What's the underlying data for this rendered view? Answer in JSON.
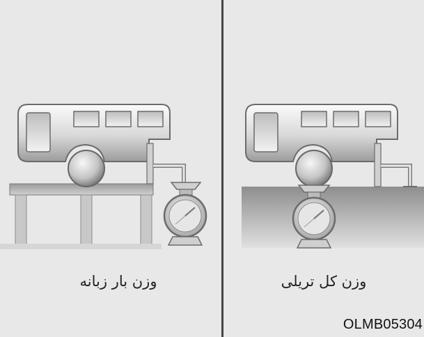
{
  "panels": {
    "left": {
      "caption": "وزن بار زبانه"
    },
    "right": {
      "caption": "وزن کل تریلی"
    }
  },
  "figure_code": "OLMB05304",
  "icons": [
    "trailer-icon",
    "scale-gauge-icon",
    "support-stand-icon"
  ],
  "colors": {
    "background": "#e8e8e8",
    "divider": "#444444",
    "trailer_light": "#f4f4f4",
    "trailer_dark": "#9a9a9a",
    "ground": "#a7a7a7"
  }
}
